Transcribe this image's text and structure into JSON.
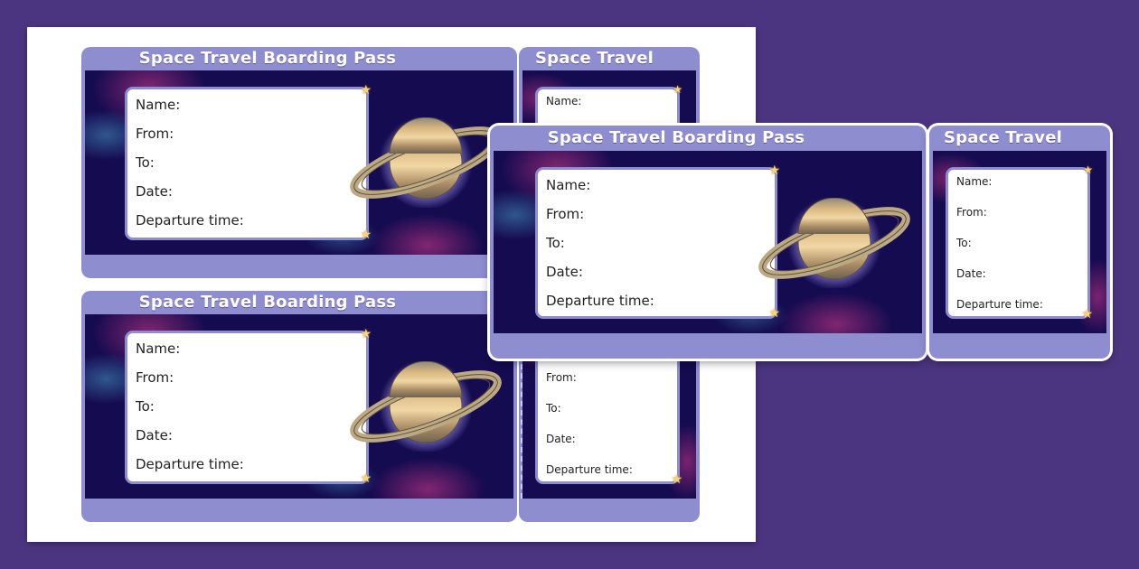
{
  "ticket": {
    "title": "Space Travel Boarding Pass",
    "stub_title": "Space Travel",
    "fields": [
      "Name:",
      "From:",
      "To:",
      "Date:",
      "Departure time:"
    ]
  },
  "colors": {
    "background": "#4b3580",
    "frame": "#8e8dd0",
    "space": "#150b50",
    "card": "#ffffff"
  },
  "icons": [
    "star-icon",
    "saturn-planet-icon"
  ]
}
